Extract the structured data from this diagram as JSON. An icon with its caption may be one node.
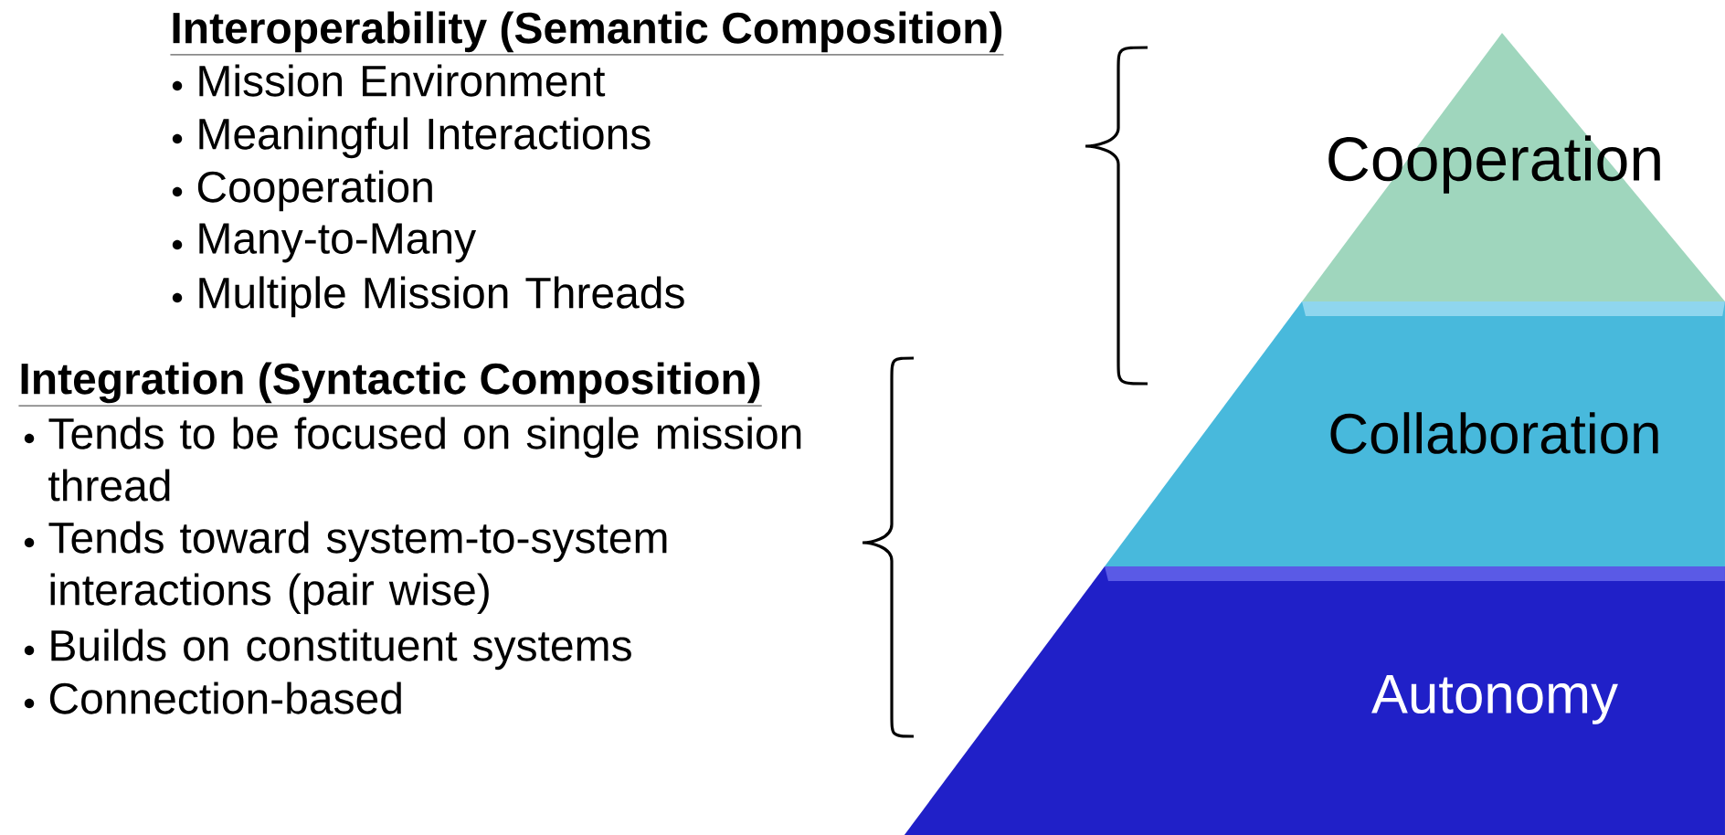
{
  "diagram": {
    "nodes": [
      {
        "text": [
          "Cooperation"
        ]
      },
      {
        "text": [
          "Collaboration"
        ]
      },
      {
        "text": [
          "Autonomy"
        ]
      }
    ],
    "labels": [
      "Interoperability (Semantic Composition)",
      "Mission Environment",
      "Meaningful Interactions",
      "Cooperation",
      "Many-to-Many",
      "Multiple Mission Threads",
      "Integration (Syntactic Composition)",
      "Tends to be focused on single mission thread",
      "Tends toward system-to-system interactions (pair wise)",
      "Builds on constituent systems",
      "Connection-based"
    ]
  }
}
